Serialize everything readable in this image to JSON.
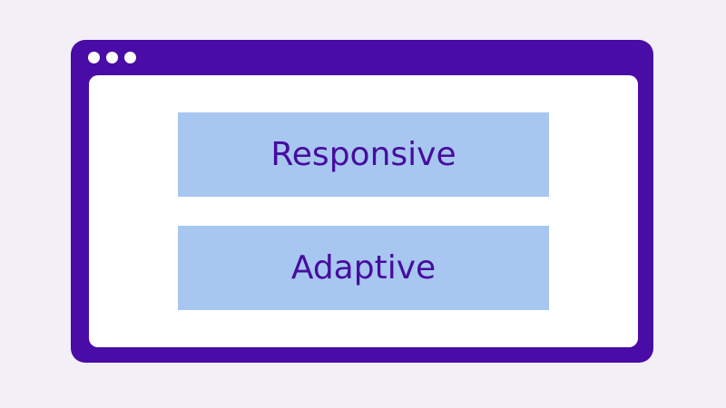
{
  "colors": {
    "page_background": "#F2EFF7",
    "frame_purple": "#4A0CA6",
    "panel_blue": "#A7C7F0",
    "content_white": "#FFFFFF",
    "label_text": "#470C9E",
    "dot_white": "#FFFFFF"
  },
  "browser_window": {
    "window_controls": {
      "icon": "window-control-dots",
      "dot_count": 3
    },
    "panels": [
      {
        "label": "Responsive"
      },
      {
        "label": "Adaptive"
      }
    ]
  }
}
